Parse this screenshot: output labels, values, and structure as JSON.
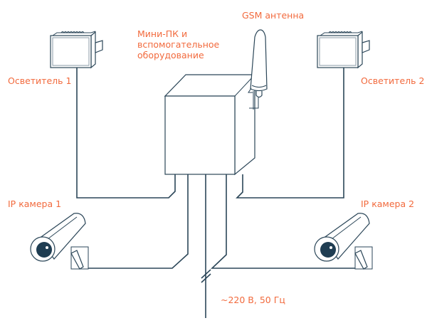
{
  "diagram": {
    "labels": {
      "illuminator_1": "Осветитель 1",
      "illuminator_2": "Осветитель 2",
      "mini_pc_line1": "Мини-ПК и",
      "mini_pc_line2": "вспомогательное",
      "mini_pc_line3": "оборудование",
      "gsm_antenna": "GSM антенна",
      "ip_camera_1": "IP камера 1",
      "ip_camera_2": "IP камера 2",
      "power_supply": "~220 В, 50 Гц"
    },
    "colors": {
      "label": "#f26a3d",
      "line": "#2b4658",
      "lens": "#1f3d52",
      "background": "#ffffff"
    }
  }
}
